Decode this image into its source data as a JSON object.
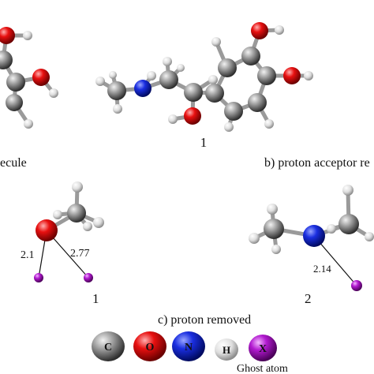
{
  "molecule_top": {
    "index_label": "1"
  },
  "captions": {
    "a_partial": "ecule",
    "b": "b) proton acceptor re",
    "c": "c) proton removed"
  },
  "panel_c": {
    "left_index": "1",
    "right_index": "2",
    "dist_left_a": "2.1",
    "dist_left_b": "2.77",
    "dist_right": "2.14"
  },
  "legend": {
    "items": [
      {
        "symbol": "C",
        "color": "#8a8a8a",
        "name": "carbon"
      },
      {
        "symbol": "O",
        "color": "#e01010",
        "name": "oxygen"
      },
      {
        "symbol": "N",
        "color": "#1020d0",
        "name": "nitrogen"
      },
      {
        "symbol": "H",
        "color": "#e6e6e6",
        "name": "hydrogen"
      },
      {
        "symbol": "X",
        "color": "#b21ad0",
        "name": "ghost"
      }
    ],
    "ghost_caption": "Ghost atom"
  }
}
